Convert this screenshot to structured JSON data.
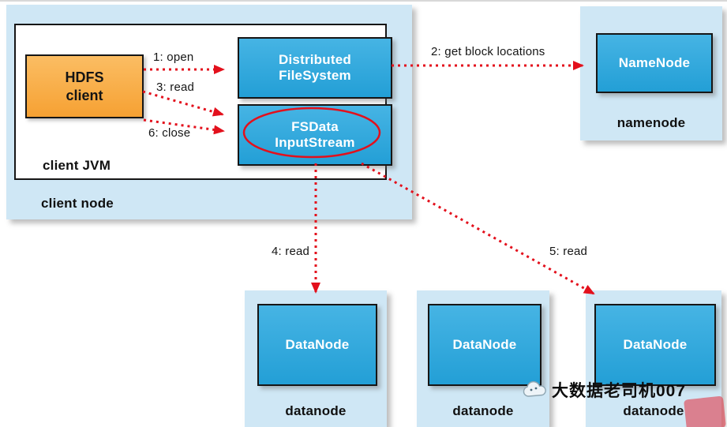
{
  "colors": {
    "panel_blue": "#cfe7f5",
    "box_blue": "#2fa8de",
    "box_orange": "#f9a848",
    "arrow_red": "#e3101c",
    "box_text_white": "#ffffff",
    "caption_black": "#101010"
  },
  "client_node": {
    "caption": "client node",
    "jvm_caption": "client JVM",
    "hdfs_client_label": "HDFS\nclient",
    "distributed_filesystem_label": "Distributed\nFileSystem",
    "fsdata_inputstream_label": "FSData\nInputStream"
  },
  "namenode": {
    "box_label": "NameNode",
    "caption": "namenode"
  },
  "datanodes": [
    {
      "box_label": "DataNode",
      "caption": "datanode"
    },
    {
      "box_label": "DataNode",
      "caption": "datanode"
    },
    {
      "box_label": "DataNode",
      "caption": "datanode"
    }
  ],
  "arrows": {
    "step1": "1: open",
    "step2": "2: get block locations",
    "step3": "3: read",
    "step4": "4: read",
    "step5": "5: read",
    "step6": "6: close"
  },
  "watermark": "大数据老司机007"
}
